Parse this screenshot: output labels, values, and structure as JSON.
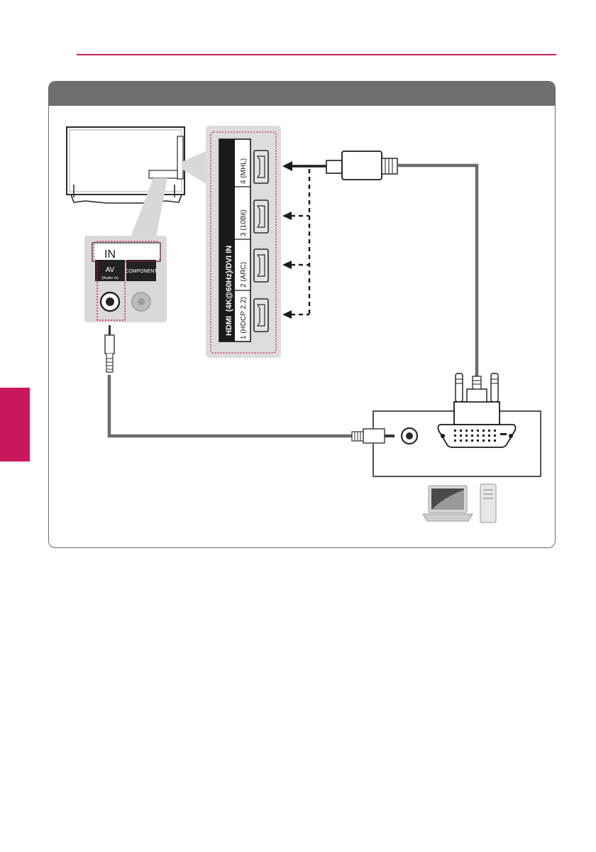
{
  "header": {
    "section_title": ""
  },
  "panel": {
    "title": ""
  },
  "tv_jack_panel": {
    "in_label": "IN",
    "av_label": "AV",
    "av_sublabel": "(Audio in)",
    "component_label": "COMPONENT"
  },
  "hdmi_panel": {
    "group_label": "(4K@60Hz)/DVI IN",
    "brand_icon": "hdmi-logo",
    "ports": [
      {
        "label": "1 (HDCP 2.2)"
      },
      {
        "label": "2 (ARC)"
      },
      {
        "label": "3 (10Bit)"
      },
      {
        "label": "4 (MHL)"
      }
    ]
  },
  "colors": {
    "accent": "#c8185c",
    "rule": "#c4245e",
    "panel_head": "#6f6f6f",
    "cable": "#6b6b6b",
    "port_bg": "#e4e4e4"
  }
}
